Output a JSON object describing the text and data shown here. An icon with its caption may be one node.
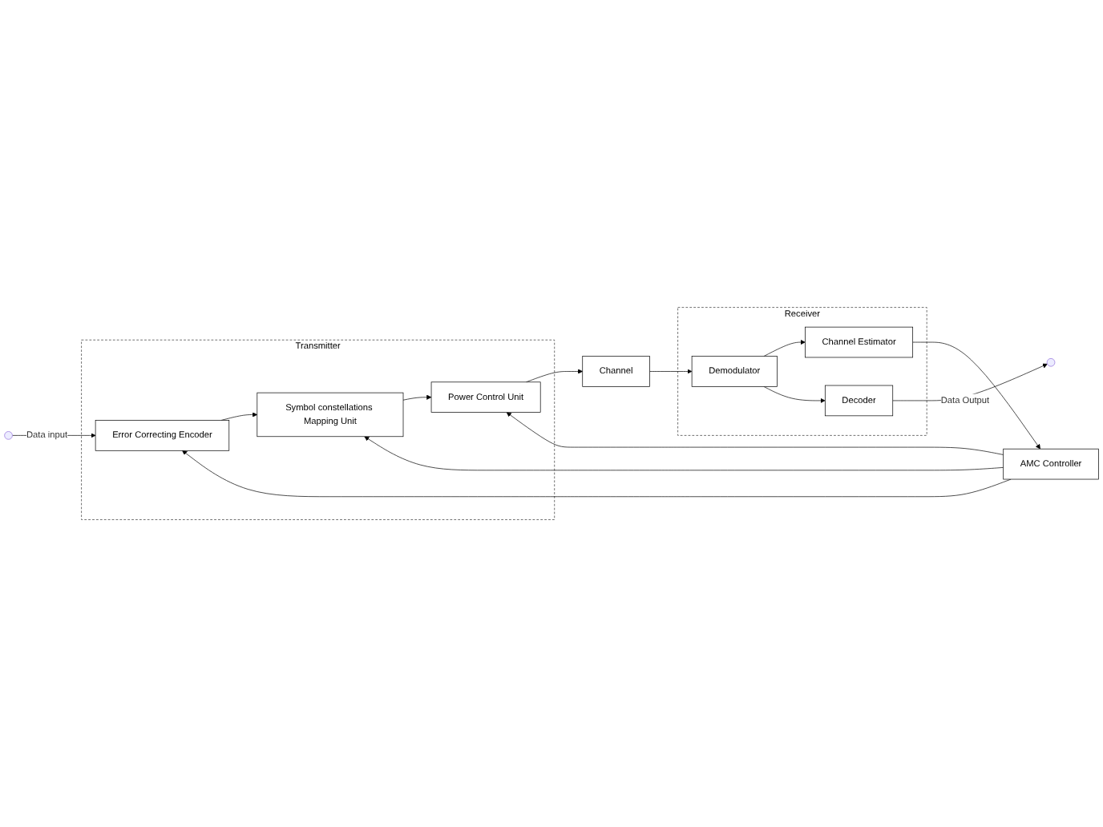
{
  "diagram": {
    "nodes": [
      {
        "text": [
          "Transmitter"
        ]
      },
      {
        "text": [
          "Error Correcting Encoder"
        ],
        "in": 0
      },
      {
        "text": [
          "Symbol constellations Mapping Unit"
        ],
        "in": 0
      },
      {
        "text": [
          "Power Control Unit"
        ],
        "in": 0
      },
      {
        "text": [
          "AMC Controller"
        ]
      },
      {
        "text": [
          "Channel"
        ]
      },
      {
        "text": [
          "Receiver"
        ]
      },
      {
        "text": [
          "Channel Estimator"
        ],
        "in": 6
      },
      {
        "text": [
          "Demodulator"
        ],
        "in": 6
      },
      {
        "text": [
          "Decoder"
        ],
        "in": 6
      }
    ],
    "edges": [
      {
        "from": null,
        "to": 1,
        "arrow": "to",
        "label": "Data input"
      },
      {
        "from": 1,
        "to": 2,
        "arrow": "to"
      },
      {
        "from": 2,
        "to": 3,
        "arrow": "to"
      },
      {
        "from": 3,
        "to": 5,
        "arrow": "to"
      },
      {
        "from": 5,
        "to": 8,
        "arrow": "to"
      },
      {
        "from": 8,
        "to": 7,
        "arrow": "to"
      },
      {
        "from": 7,
        "to": 4,
        "arrow": "to"
      },
      {
        "from": 4,
        "to": 1,
        "arrow": "to"
      },
      {
        "from": 4,
        "to": 2,
        "arrow": "to"
      },
      {
        "from": 4,
        "to": 3,
        "arrow": "to"
      },
      {
        "from": 8,
        "to": 9,
        "arrow": "to"
      },
      {
        "from": 9,
        "to": null,
        "arrow": "to",
        "label": "Data Output"
      }
    ]
  }
}
